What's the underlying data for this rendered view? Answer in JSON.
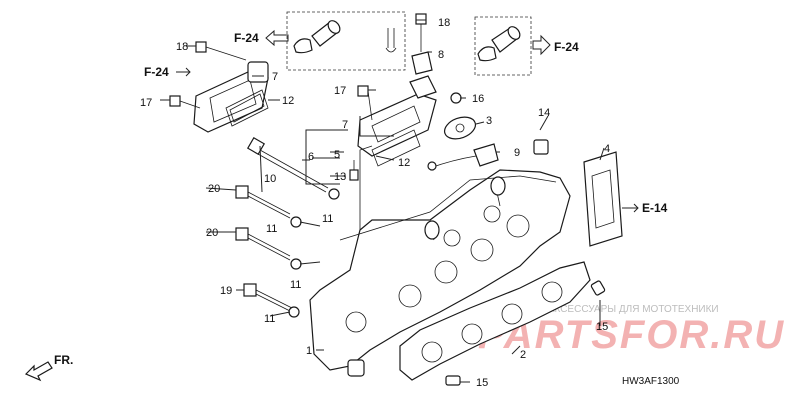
{
  "diagram": {
    "part_numbers": {
      "n1": "1",
      "n2": "2",
      "n3": "3",
      "n4": "4",
      "n5": "5",
      "n6": "6",
      "n7a": "7",
      "n7b": "7",
      "n8": "8",
      "n9": "9",
      "n10": "10",
      "n11a": "11",
      "n11b": "11",
      "n11c": "11",
      "n11d": "11",
      "n12a": "12",
      "n12b": "12",
      "n13": "13",
      "n14": "14",
      "n15a": "15",
      "n15b": "15",
      "n16": "16",
      "n17a": "17",
      "n17b": "17",
      "n18a": "18",
      "n18b": "18",
      "n19": "19",
      "n20a": "20",
      "n20b": "20"
    },
    "references": {
      "f24_top_left": "F-24",
      "f24_left": "F-24",
      "f24_right": "F-24",
      "e14": "E-14"
    },
    "direction_label": "FR.",
    "diagram_code": "HW3AF1300"
  },
  "watermark": {
    "caption": "ЗАПЧАСТИ И АКСЕССУАРЫ ДЛЯ МОТОТЕХНИКИ",
    "brand": "PARTSFOR.RU"
  },
  "colors": {
    "line": "#1a1a1a",
    "watermark_red": "#f3b2b2",
    "watermark_grey": "#bdbdbd"
  }
}
